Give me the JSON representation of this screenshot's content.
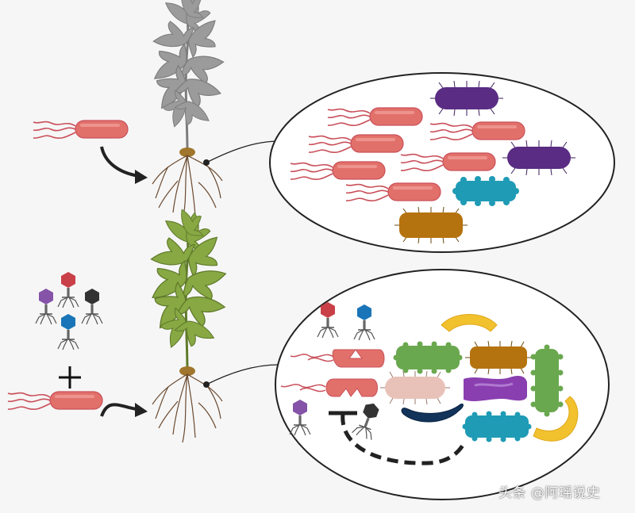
{
  "watermark": {
    "text": "头条 @阿瑶说史"
  },
  "colors": {
    "pathogen": "#e2706a",
    "flagellum": "#c9505a",
    "dead_leaf": "#9b9b9b",
    "healthy_leaf": "#87a843",
    "root": "#6b4a30",
    "purple_microbe": "#5a2c84",
    "teal_microbe": "#1f9bb5",
    "orange_microbe": "#b5730f",
    "green_microbe": "#6aa84f",
    "yellow_microbe": "#f2c12e",
    "navy_microbe": "#12335a",
    "pink_microbe": "#e8c2b8",
    "phage_red": "#c94048",
    "phage_blue": "#1a75b8",
    "phage_purple": "#8553a8",
    "phage_black": "#333333"
  },
  "icons": [
    "pathogen-bacterium",
    "phage",
    "tomato-plant",
    "plus-icon",
    "curved-arrow-icon",
    "inhibition-arrow-icon"
  ]
}
